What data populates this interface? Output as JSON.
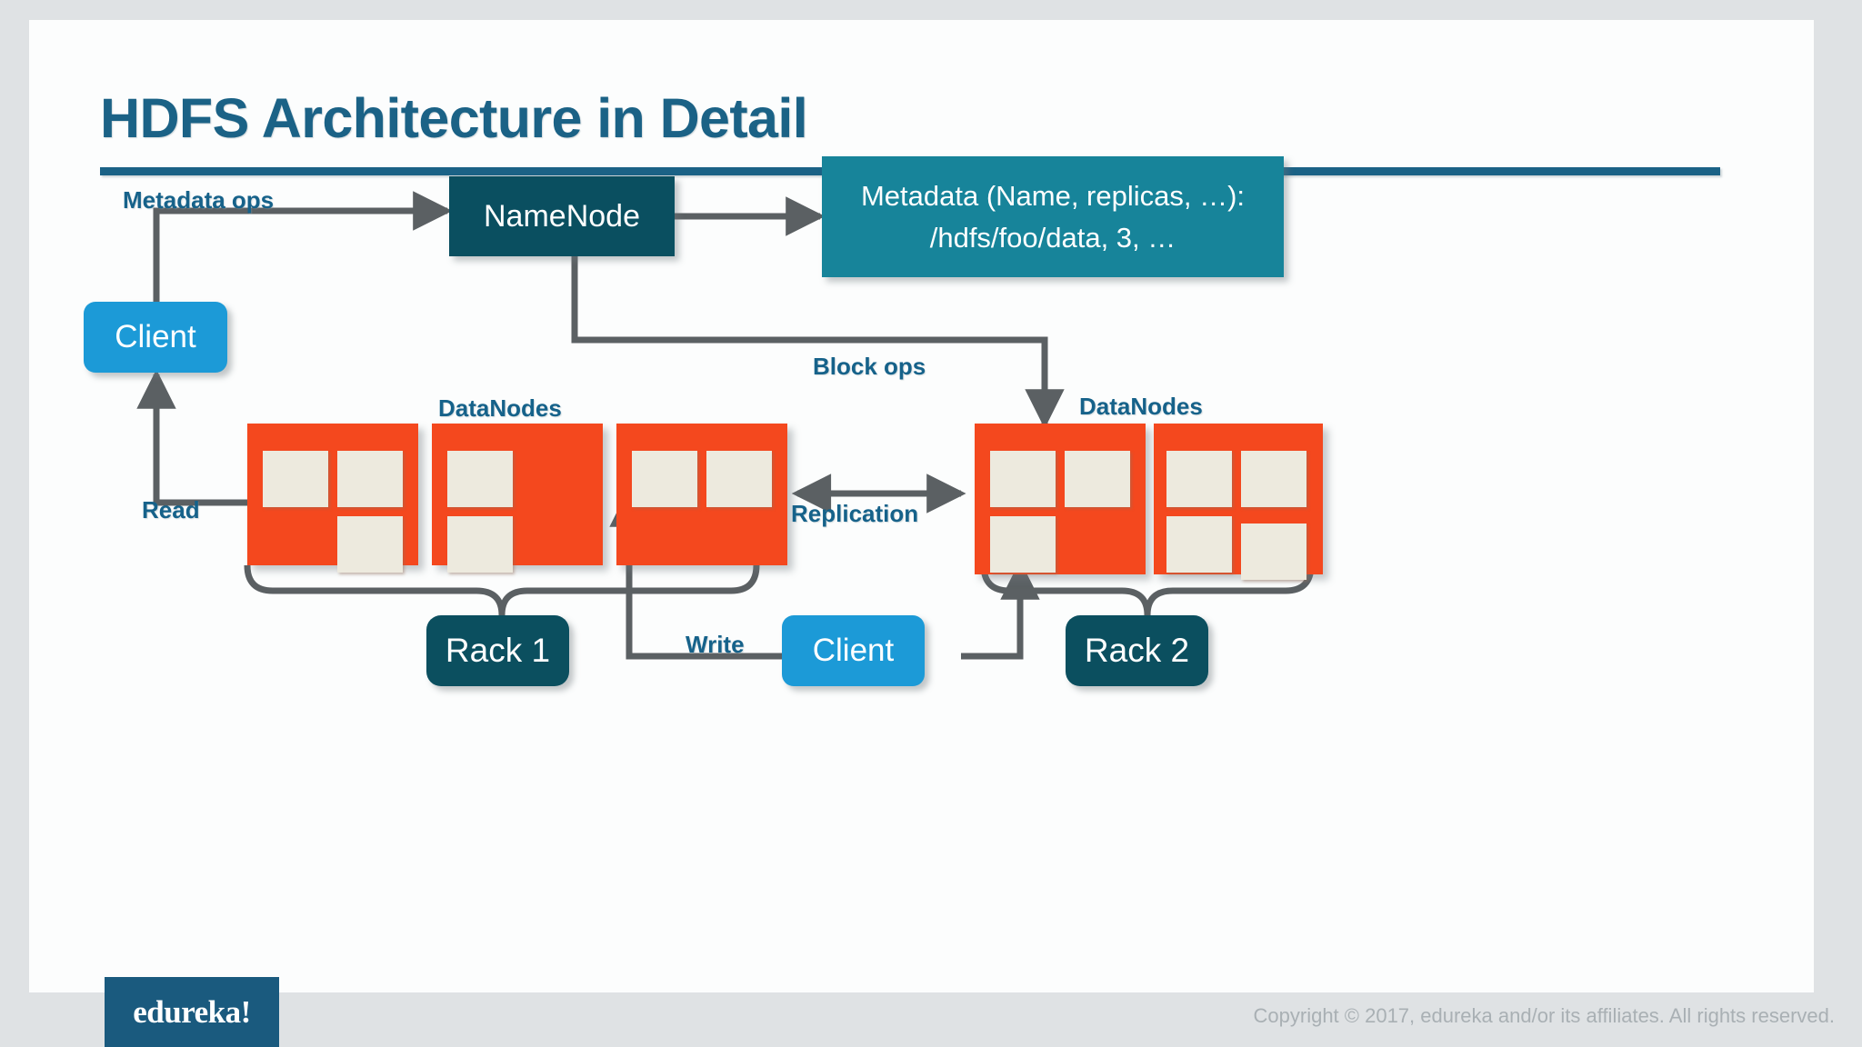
{
  "slide": {
    "title": "HDFS Architecture in Detail"
  },
  "nodes": {
    "namenode_label": "NameNode",
    "metadata_line1": "Metadata (Name, replicas, …):",
    "metadata_line2": "/hdfs/foo/data, 3, …",
    "client_top_label": "Client",
    "client_bottom_label": "Client",
    "rack1_label": "Rack 1",
    "rack2_label": "Rack 2"
  },
  "captions": {
    "metadata_ops": "Metadata ops",
    "block_ops": "Block ops",
    "datanodes_left": "DataNodes",
    "datanodes_right": "DataNodes",
    "read": "Read",
    "write": "Write",
    "replication": "Replication"
  },
  "footer": {
    "logo": "edureka!",
    "copyright": "Copyright © 2017, edureka and/or its affiliates. All rights reserved."
  },
  "colors": {
    "title": "#1b6286",
    "namenode": "#0a4f60",
    "metadata_box": "#17849a",
    "client": "#1c9ad7",
    "rack": "#0b4f5f",
    "datanode": "#f4481e",
    "block": "#edeade",
    "connector": "#5b6063",
    "caption": "#16628a",
    "page_background": "#dfe2e4",
    "slide_background": "#fcfdfd"
  },
  "datanodes": [
    {
      "id": "dn1",
      "group": "rack1",
      "blocks": [
        "top-left",
        "top-right",
        "bottom-right"
      ]
    },
    {
      "id": "dn2",
      "group": "rack1",
      "blocks": [
        "top-left",
        "bottom-left"
      ]
    },
    {
      "id": "dn3",
      "group": "rack1",
      "blocks": [
        "top-left",
        "top-right"
      ]
    },
    {
      "id": "dn4",
      "group": "rack2",
      "blocks": [
        "top-left",
        "top-right",
        "bottom-left"
      ]
    },
    {
      "id": "dn5",
      "group": "rack2",
      "blocks": [
        "top-left",
        "top-right",
        "bottom-left",
        "bottom-right"
      ]
    }
  ]
}
